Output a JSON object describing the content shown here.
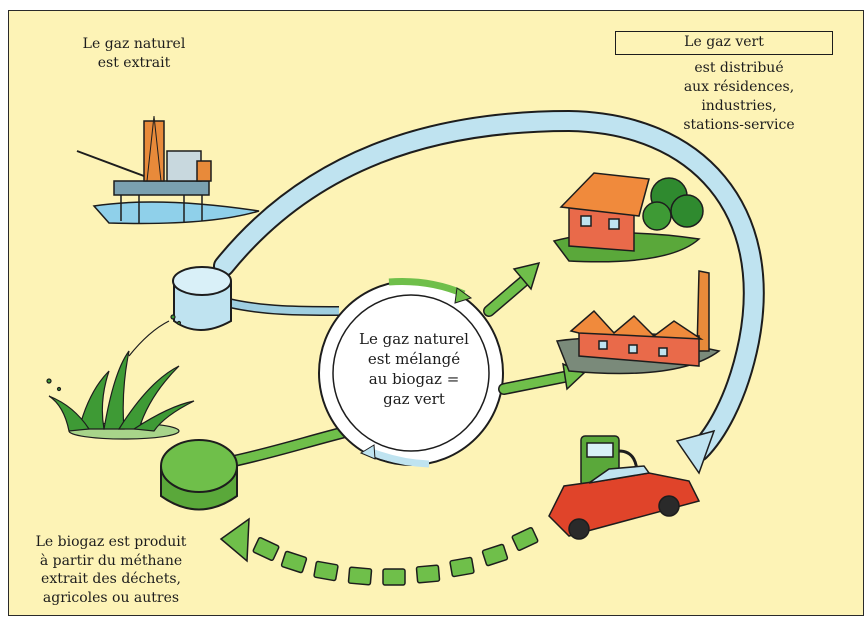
{
  "labels": {
    "natural_gas_extracted": "Le gaz naturel\nest extrait",
    "green_gas_title": "Le gaz vert",
    "green_gas_distributed": "est distribué\naux résidences,\nindustries,\nstations-service",
    "mixing": "Le gaz naturel\nest mélangé\nau biogaz =\ngaz vert",
    "biogas_produced": "Le biogaz est produit\nà partir du méthane\nextrait des déchets,\nagricoles ou autres"
  },
  "colors": {
    "background": "#fdf3b6",
    "natural_gas": "#bfe3f0",
    "biogas": "#6fbf4a",
    "outline": "#1d1d1d",
    "house_roof": "#f08a3c",
    "house_wall": "#e96a4a",
    "car": "#e0442a"
  },
  "icons": [
    "oil-platform-icon",
    "grass-plant-icon",
    "house-icon",
    "factory-icon",
    "gas-station-icon",
    "car-icon"
  ]
}
